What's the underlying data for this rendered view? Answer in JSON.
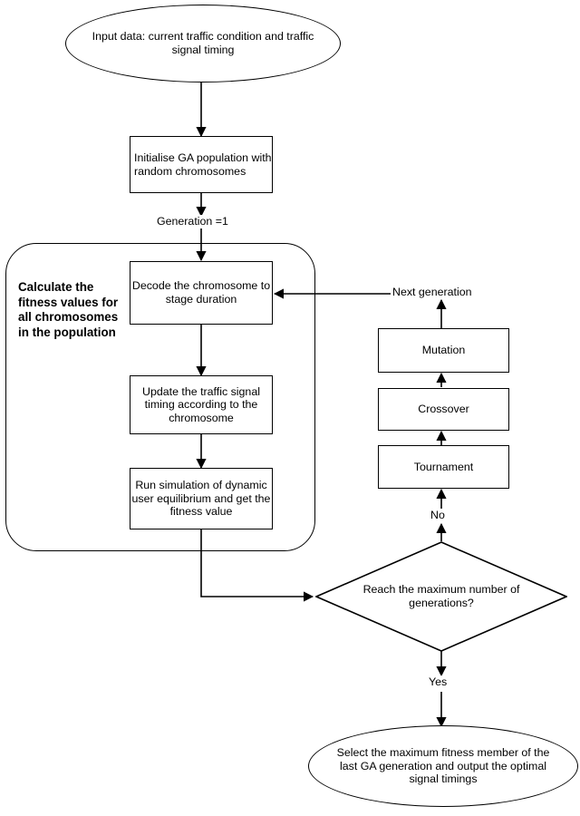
{
  "diagram": {
    "title": "Genetic Algorithm traffic signal optimisation flowchart",
    "stroke_color": "#000000",
    "background_color": "#ffffff"
  },
  "nodes": {
    "input_ellipse": {
      "shape": "ellipse",
      "text": "Input data: current traffic condition and traffic signal timing"
    },
    "initialise_box": {
      "shape": "rectangle",
      "text": "Initialise GA population with random chromosomes"
    },
    "decode_box": {
      "shape": "rectangle",
      "text": "Decode the chromosome to stage duration"
    },
    "update_box": {
      "shape": "rectangle",
      "text": "Update the traffic signal timing according to the chromosome"
    },
    "simulation_box": {
      "shape": "rectangle",
      "text": "Run simulation of dynamic user equilibrium and get the fitness value"
    },
    "fitness_group": {
      "shape": "rounded-container",
      "label": "Calculate the fitness values for all chromosomes in the population"
    },
    "mutation_box": {
      "shape": "rectangle",
      "text": "Mutation"
    },
    "crossover_box": {
      "shape": "rectangle",
      "text": "Crossover"
    },
    "tournament_box": {
      "shape": "rectangle",
      "text": "Tournament"
    },
    "decision_diamond": {
      "shape": "diamond",
      "text": "Reach the maximum number of generations?"
    },
    "output_ellipse": {
      "shape": "ellipse",
      "text": "Select the maximum fitness member of the last GA generation and output the optimal signal timings"
    }
  },
  "edge_labels": {
    "generation_one": "Generation =1",
    "next_generation": "Next generation",
    "no": "No",
    "yes": "Yes"
  }
}
